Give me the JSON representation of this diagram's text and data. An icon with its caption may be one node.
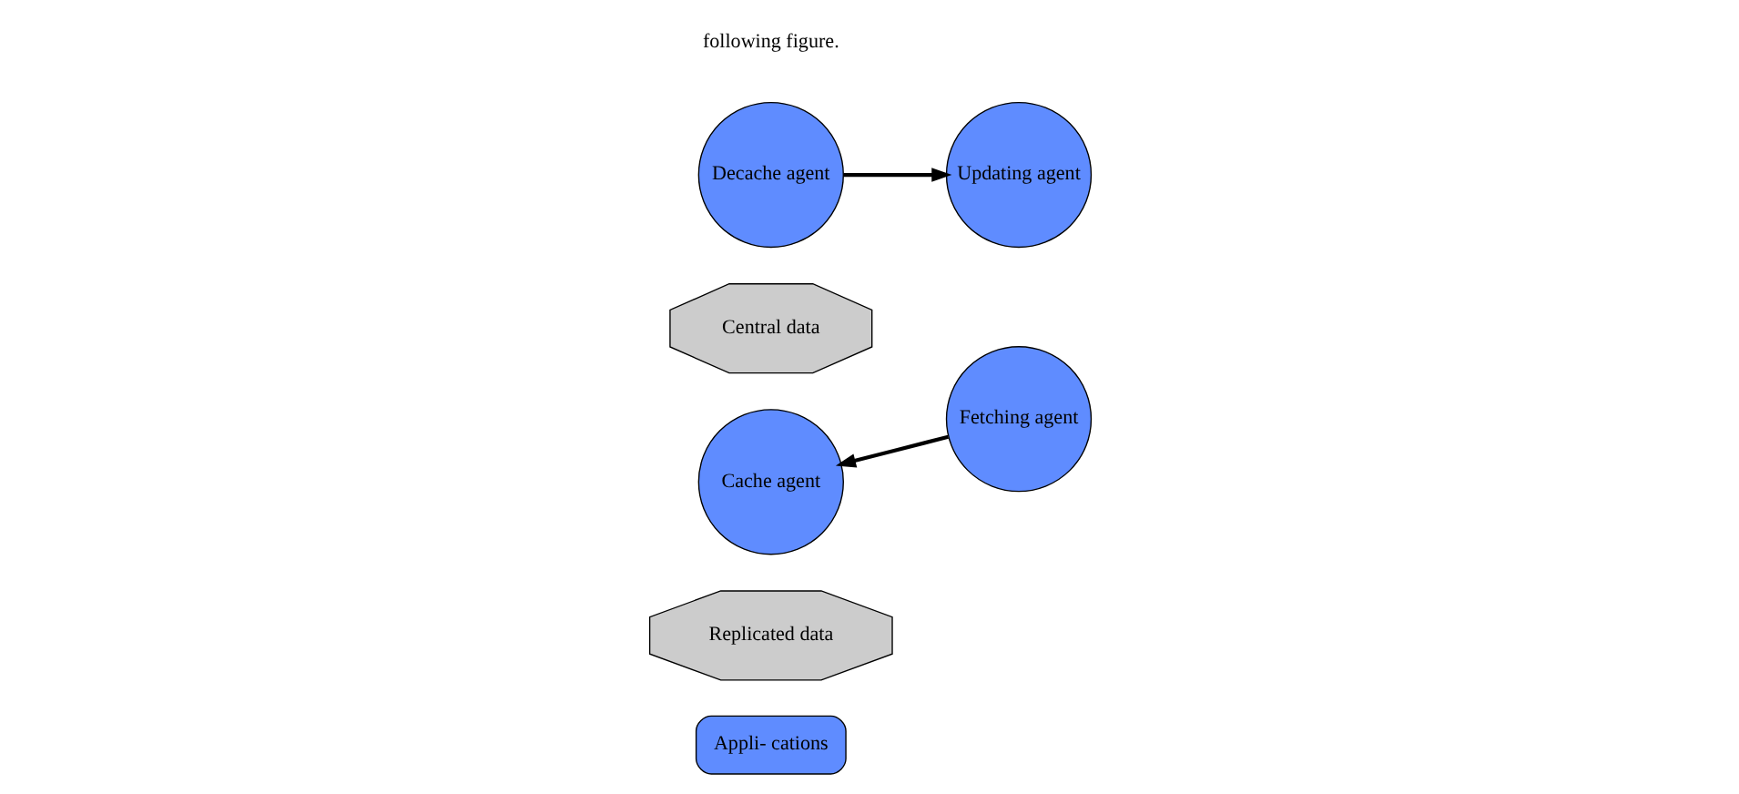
{
  "diagram": {
    "nodes": [
      {
        "text": [
          "Appli- cations"
        ]
      },
      {
        "text": [
          "Replicated data"
        ]
      },
      {
        "text": [
          "Cache agent"
        ]
      },
      {
        "text": [
          "Fetching agent"
        ]
      },
      {
        "text": [
          "Central data"
        ]
      },
      {
        "text": [
          "Decache agent"
        ]
      },
      {
        "text": [
          "Updating agent"
        ]
      }
    ],
    "edges": [
      {
        "from": 3,
        "to": 2,
        "arrow": "to"
      },
      {
        "from": 5,
        "to": 6,
        "arrow": "to"
      }
    ],
    "labels": [
      "following figure."
    ]
  }
}
